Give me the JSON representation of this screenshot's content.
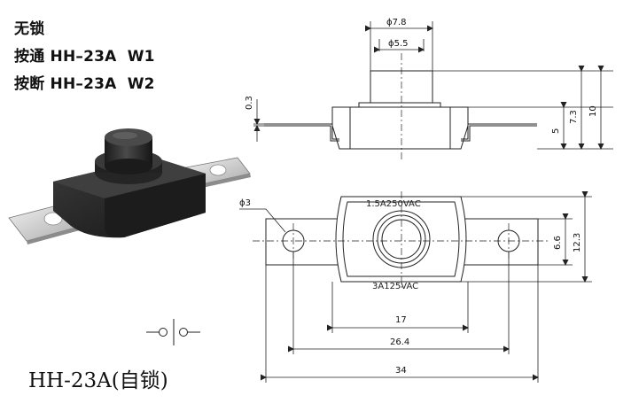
{
  "labels": {
    "line1": "无锁",
    "line2": "按通 HH–23A  W1",
    "line3": "按断 HH–23A  W2"
  },
  "product_title": "HH-23A(自锁)",
  "top_view": {
    "dim_cap_outer": "ϕ7.8",
    "dim_cap_inner": "ϕ5.5",
    "dim_terminal_thickness": "0.3",
    "dim_body_height": "5",
    "dim_button_height": "7.3",
    "dim_total_height": "10"
  },
  "plan_view": {
    "rating_top": "1.5A250VAC",
    "rating_bottom": "3A125VAC",
    "dim_hole": "ϕ3",
    "dim_width": "17",
    "dim_hole_span": "26.4",
    "dim_total_length": "34",
    "dim_inner_height": "6.6",
    "dim_outer_height": "12.3"
  },
  "colors": {
    "body": "#2a2a2a",
    "metal": "#d6d6d6",
    "line": "#222222"
  }
}
